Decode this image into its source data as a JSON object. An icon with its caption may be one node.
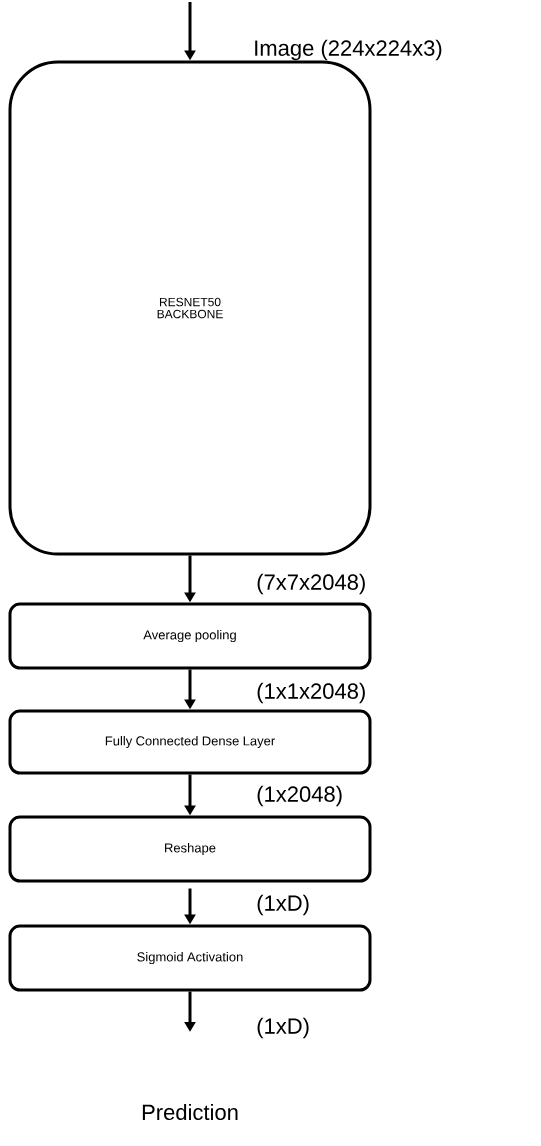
{
  "diagram": {
    "nodes": [
      {
        "text": [
          "RESNET50 BACKBONE"
        ]
      },
      {
        "text": [
          "Average pooling"
        ]
      },
      {
        "text": [
          "Fully Connected Dense Layer"
        ]
      },
      {
        "text": [
          "Reshape"
        ]
      },
      {
        "text": [
          "Sigmoid Activation"
        ]
      }
    ],
    "edges": [
      {
        "from": null,
        "to": 0,
        "arrow": "to",
        "label": "Image (224x224x3)"
      },
      {
        "from": 0,
        "to": 1,
        "arrow": "to",
        "label": "(7x7x2048)"
      },
      {
        "from": 1,
        "to": 2,
        "arrow": "to",
        "label": "(1x1x2048)"
      },
      {
        "from": 2,
        "to": 3,
        "arrow": "to",
        "label": "(1x2048)"
      },
      {
        "from": 3,
        "to": 4,
        "arrow": "to",
        "label": "(1xD)"
      },
      {
        "from": 4,
        "to": null,
        "arrow": "to",
        "label": "(1xD)"
      }
    ],
    "labels": [
      "Prediction"
    ]
  }
}
